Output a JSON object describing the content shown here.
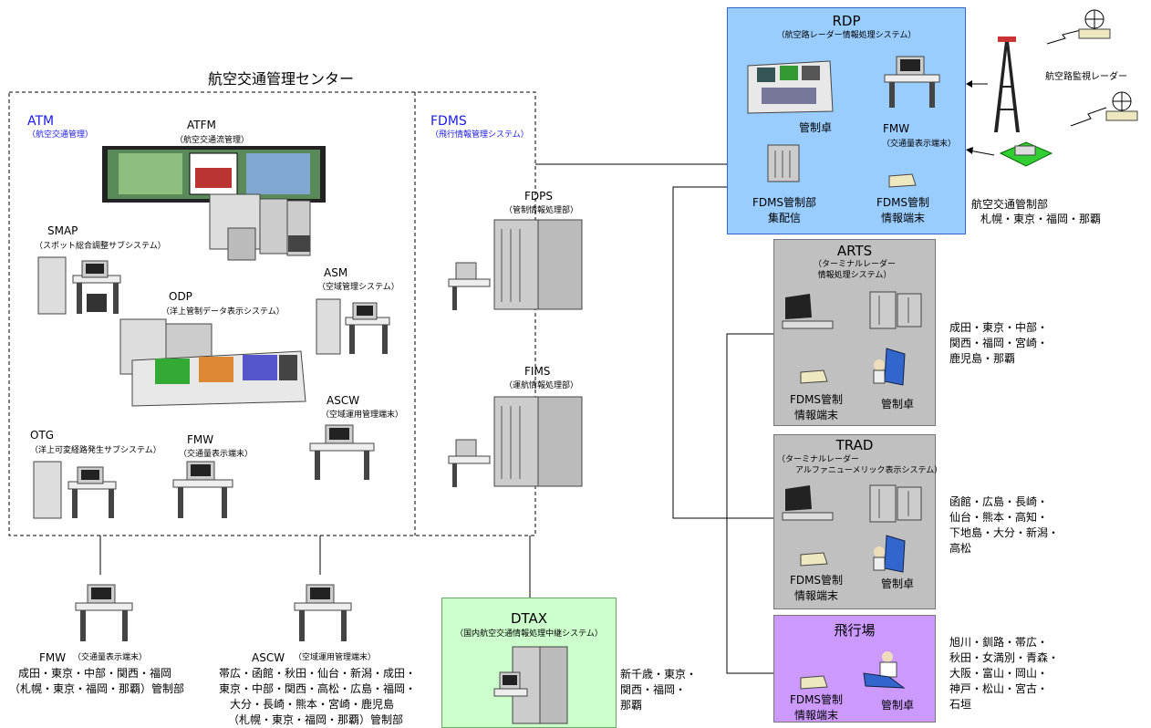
{
  "center_title": "航空交通管理センター",
  "atm": {
    "title": "ATM",
    "subtitle": "（航空交通管理）"
  },
  "fdms": {
    "title": "FDMS",
    "subtitle": "（飛行情報管理システム）"
  },
  "atfm": {
    "name": "ATFM",
    "desc": "（航空交通流管理）"
  },
  "smap": {
    "name": "SMAP",
    "desc": "（スポット総合調整サブシステム）"
  },
  "asm": {
    "name": "ASM",
    "desc": "（空域管理システム）"
  },
  "odp": {
    "name": "ODP",
    "desc": "（洋上管制データ表示システム）"
  },
  "ascw_center": {
    "name": "ASCW",
    "desc": "（空域運用管理端末）"
  },
  "otg": {
    "name": "OTG",
    "desc": "（洋上可変経路発生サブシステム）"
  },
  "fmw_center": {
    "name": "FMW",
    "desc": "（交通量表示端末）"
  },
  "fdps": {
    "name": "FDPS",
    "desc": "（管制情報処理部）"
  },
  "fims": {
    "name": "FIMS",
    "desc": "（運航情報処理部）"
  },
  "rdp": {
    "title": "RDP",
    "subtitle": "（航空路レーダー情報処理システム）",
    "console": "管制卓",
    "fmw_name": "FMW",
    "fmw_desc": "（交通量表示端末）",
    "relay_line1": "FDMS管制部",
    "relay_line2": "集配信",
    "term_line1": "FDMS管制",
    "term_line2": "情報端末"
  },
  "radar_label": "航空路監視レーダー",
  "acc": {
    "line1": "航空交通管制部",
    "line2": "札幌・東京・福岡・那覇"
  },
  "arts": {
    "title": "ARTS",
    "subtitle1": "（ターミナルレーダー",
    "subtitle2": "情報処理システム）",
    "term_line1": "FDMS管制",
    "term_line2": "情報端末",
    "console": "管制卓",
    "sites": [
      "成田・東京・中部・",
      "関西・福岡・宮崎・",
      "鹿児島・那覇"
    ]
  },
  "trad": {
    "title": "TRAD",
    "subtitle1": "（ターミナルレーダー",
    "subtitle2": "アルファニューメリック表示システム）",
    "term_line1": "FDMS管制",
    "term_line2": "情報端末",
    "console": "管制卓",
    "sites": [
      "函館・広島・長崎・",
      "仙台・熊本・高知・",
      "下地島・大分・新潟・",
      "高松"
    ]
  },
  "airport": {
    "title": "飛行場",
    "term_line1": "FDMS管制",
    "term_line2": "情報端末",
    "console": "管制卓",
    "sites": [
      "旭川・釧路・帯広・",
      "秋田・女満別・青森・",
      "大阪・富山・岡山・",
      "神戸・松山・宮古・",
      "石垣"
    ]
  },
  "dtax": {
    "title": "DTAX",
    "subtitle": "（国内航空交通情報処理中継システム）",
    "sites": [
      "新千歳・東京・",
      "関西・福岡・",
      "那覇"
    ]
  },
  "fmw_bottom": {
    "name": "FMW",
    "desc": "（交通量表示端末）",
    "sites": [
      "成田・東京・中部・関西・福岡",
      "（札幌・東京・福岡・那覇）管制部"
    ]
  },
  "ascw_bottom": {
    "name": "ASCW",
    "desc": "（空域運用管理端末）",
    "sites": [
      "帯広・函館・秋田・仙台・新潟・成田・",
      "東京・中部・関西・高松・広島・福岡・",
      "大分・長崎・熊本・宮崎・鹿児島",
      "（札幌・東京・福岡・那覇）管制部"
    ]
  },
  "colors": {
    "rdp_fill": "#99ccff",
    "rdp_border": "#3366cc",
    "arts_fill": "#c0c0c0",
    "airport_fill": "#cc99ff",
    "dtax_fill": "#ccffcc",
    "dtax_border": "#66aa66",
    "heading_blue": "#1a1ae6"
  }
}
